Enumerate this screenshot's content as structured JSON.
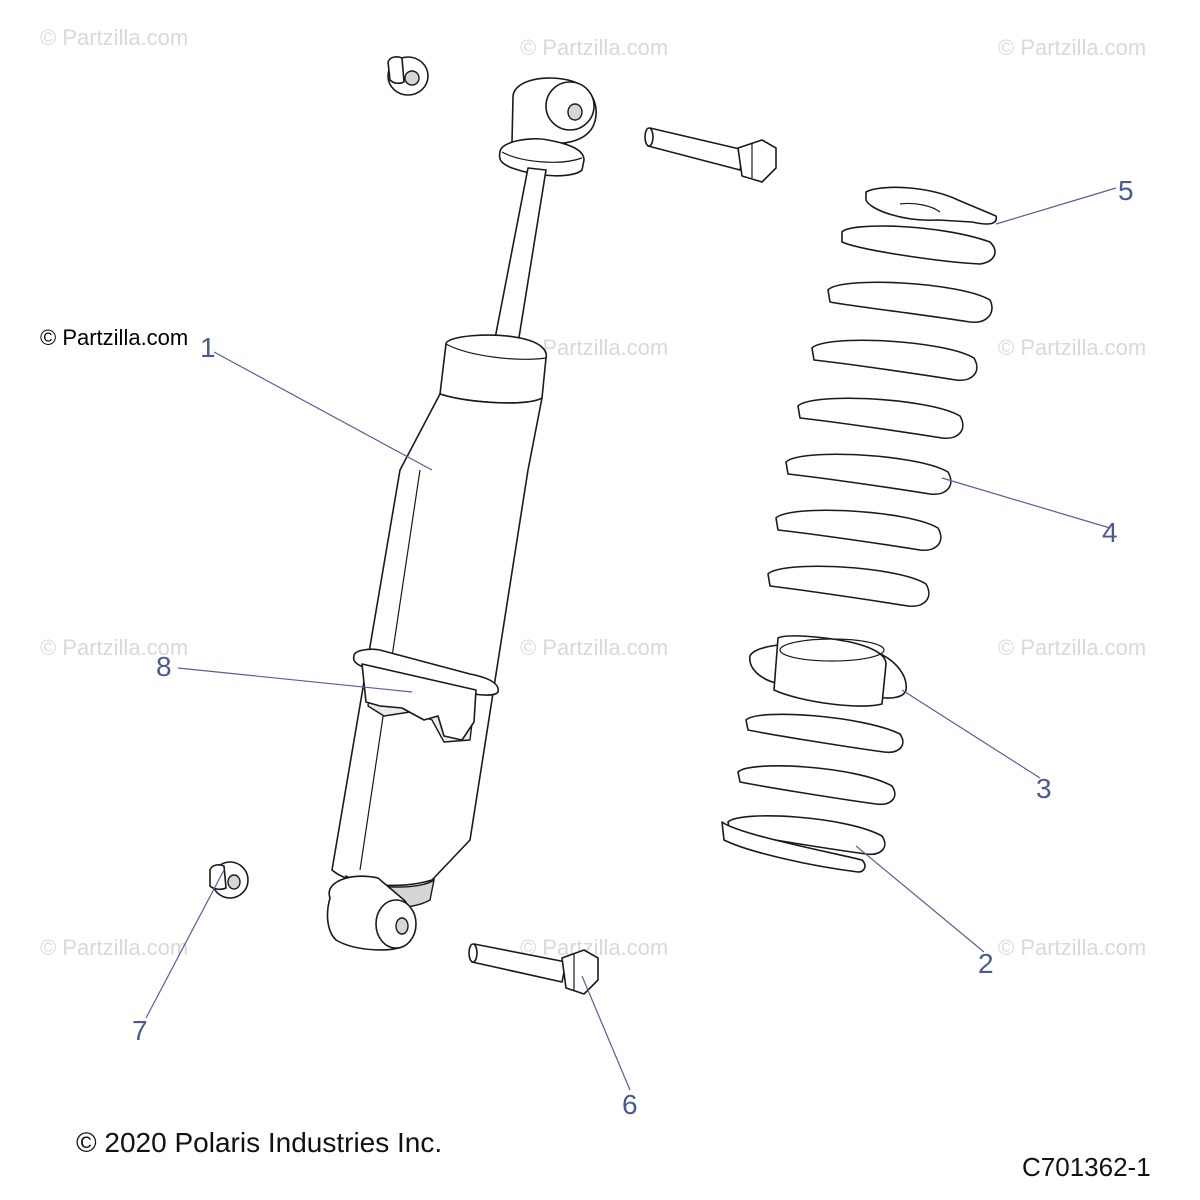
{
  "watermark": "© Partzilla.com",
  "watermark_main": "© Partzilla.com",
  "copyright": "© 2020 Polaris Industries Inc.",
  "figure_code": "C701362-1",
  "callouts": {
    "c1": "1",
    "c2": "2",
    "c3": "3",
    "c4": "4",
    "c5": "5",
    "c6": "6",
    "c7": "7",
    "c8": "8"
  }
}
